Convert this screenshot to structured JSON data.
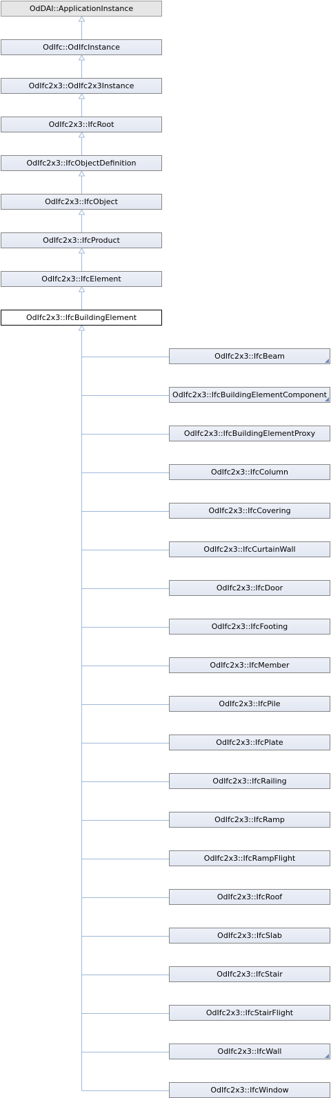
{
  "colors": {
    "edge": "#9fb8d8",
    "node_fill": "#e8ecf5",
    "node_border": "#848484",
    "current_border": "#000000",
    "top_fill": "#e6e6e6"
  },
  "chain": [
    {
      "label": "OdDAI::ApplicationInstance",
      "kind": "top"
    },
    {
      "label": "OdIfc::OdIfcInstance",
      "kind": "class"
    },
    {
      "label": "OdIfc2x3::OdIfc2x3Instance",
      "kind": "class"
    },
    {
      "label": "OdIfc2x3::IfcRoot",
      "kind": "class"
    },
    {
      "label": "OdIfc2x3::IfcObjectDefinition",
      "kind": "class"
    },
    {
      "label": "OdIfc2x3::IfcObject",
      "kind": "class"
    },
    {
      "label": "OdIfc2x3::IfcProduct",
      "kind": "class"
    },
    {
      "label": "OdIfc2x3::IfcElement",
      "kind": "class"
    },
    {
      "label": "OdIfc2x3::IfcBuildingElement",
      "kind": "current"
    }
  ],
  "children": [
    {
      "label": "OdIfc2x3::IfcBeam",
      "has_more": true
    },
    {
      "label": "OdIfc2x3::IfcBuildingElementComponent",
      "has_more": true
    },
    {
      "label": "OdIfc2x3::IfcBuildingElementProxy",
      "has_more": false
    },
    {
      "label": "OdIfc2x3::IfcColumn",
      "has_more": false
    },
    {
      "label": "OdIfc2x3::IfcCovering",
      "has_more": false
    },
    {
      "label": "OdIfc2x3::IfcCurtainWall",
      "has_more": false
    },
    {
      "label": "OdIfc2x3::IfcDoor",
      "has_more": false
    },
    {
      "label": "OdIfc2x3::IfcFooting",
      "has_more": false
    },
    {
      "label": "OdIfc2x3::IfcMember",
      "has_more": false
    },
    {
      "label": "OdIfc2x3::IfcPile",
      "has_more": false
    },
    {
      "label": "OdIfc2x3::IfcPlate",
      "has_more": false
    },
    {
      "label": "OdIfc2x3::IfcRailing",
      "has_more": false
    },
    {
      "label": "OdIfc2x3::IfcRamp",
      "has_more": false
    },
    {
      "label": "OdIfc2x3::IfcRampFlight",
      "has_more": false
    },
    {
      "label": "OdIfc2x3::IfcRoof",
      "has_more": false
    },
    {
      "label": "OdIfc2x3::IfcSlab",
      "has_more": false
    },
    {
      "label": "OdIfc2x3::IfcStair",
      "has_more": false
    },
    {
      "label": "OdIfc2x3::IfcStairFlight",
      "has_more": false
    },
    {
      "label": "OdIfc2x3::IfcWall",
      "has_more": true
    },
    {
      "label": "OdIfc2x3::IfcWindow",
      "has_more": false
    }
  ]
}
